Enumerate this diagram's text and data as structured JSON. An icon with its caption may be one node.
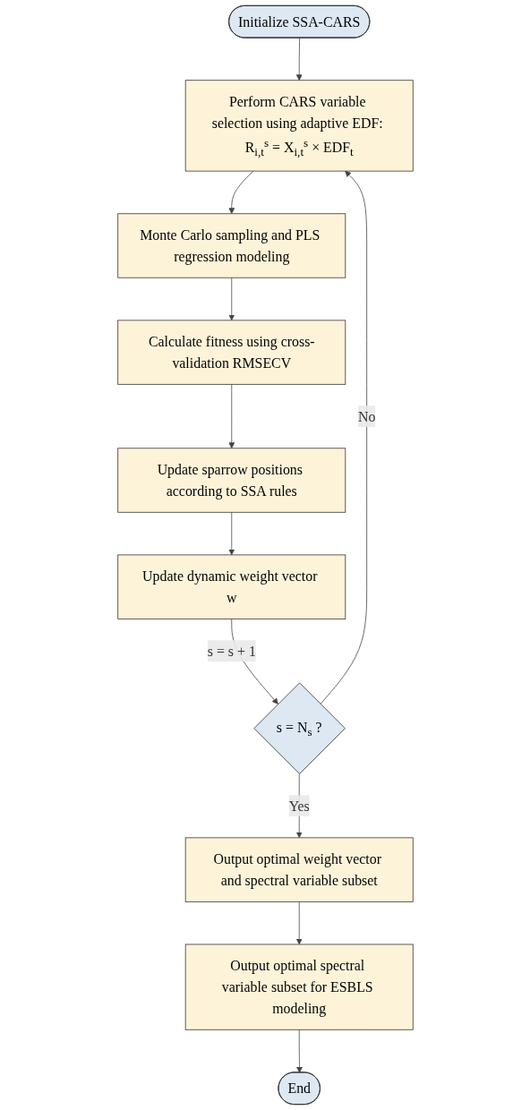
{
  "diagram": {
    "nodes": [
      {
        "text": [
          "Initialize SSA-CARS"
        ]
      },
      {
        "text": [
          "Perform CARS variable selection using adaptive EDF: R$_{i,t}$$^{s}$ = X$_{i,t}$$^{s}$ × EDF$_{t}$"
        ]
      },
      {
        "text": [
          "Monte Carlo sampling and PLS regression modeling"
        ]
      },
      {
        "text": [
          "Calculate fitness using cross-validation RMSECV"
        ]
      },
      {
        "text": [
          "Update sparrow positions according to SSA rules"
        ]
      },
      {
        "text": [
          "Update dynamic weight vector w"
        ]
      },
      {
        "text": [
          "s = N$_{s}$ ?"
        ]
      },
      {
        "text": [
          "Output optimal weight vector and spectral variable subset"
        ]
      },
      {
        "text": [
          "Output optimal spectral variable subset for ESBLS modeling"
        ]
      },
      {
        "text": [
          "End"
        ]
      }
    ],
    "edges": [
      {
        "from": 0,
        "to": 1,
        "arrow": "to"
      },
      {
        "from": 1,
        "to": 2,
        "arrow": "to"
      },
      {
        "from": 2,
        "to": 3,
        "arrow": "to"
      },
      {
        "from": 3,
        "to": 4,
        "arrow": "to"
      },
      {
        "from": 4,
        "to": 5,
        "arrow": "to"
      },
      {
        "from": 5,
        "to": 6,
        "arrow": "to",
        "label": "s = s + 1"
      },
      {
        "from": 6,
        "to": 7,
        "arrow": "to",
        "label": "Yes"
      },
      {
        "from": 6,
        "to": 1,
        "arrow": "to",
        "label": "No"
      },
      {
        "from": 7,
        "to": 8,
        "arrow": "to"
      },
      {
        "from": 8,
        "to": 9,
        "arrow": "to"
      }
    ]
  }
}
